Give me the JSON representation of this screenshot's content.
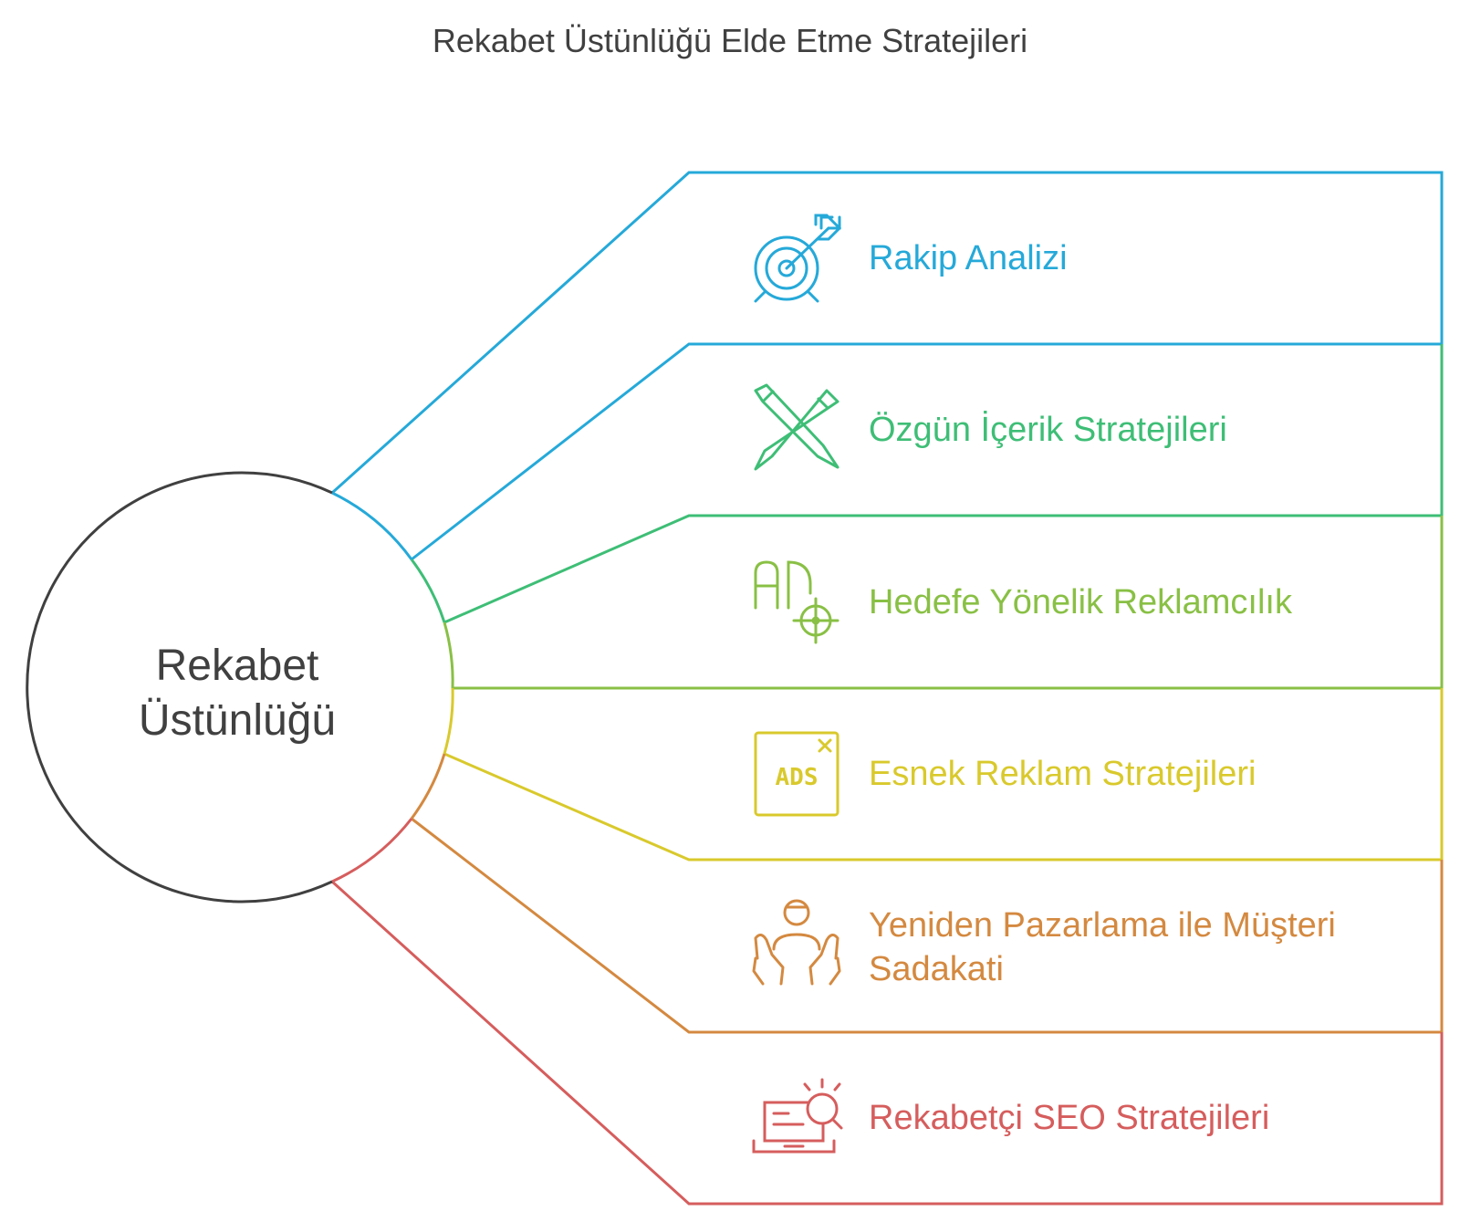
{
  "title": "Rekabet Üstünlüğü Elde Etme Stratejileri",
  "center": {
    "line1": "Rekabet",
    "line2": "Üstünlüğü"
  },
  "colors": {
    "c1": "#25A9D9",
    "c2": "#3EBE76",
    "c3": "#89C045",
    "c4": "#D9C92C",
    "c5": "#D48940",
    "c6": "#D65D5D",
    "dark": "#404040"
  },
  "items": [
    {
      "label": "Rakip Analizi",
      "icon": "target-arrow-icon",
      "color": "#25A9D9"
    },
    {
      "label": "Özgün İçerik Stratejileri",
      "icon": "pencil-brush-icon",
      "color": "#3EBE76"
    },
    {
      "label": "Hedefe Yönelik Reklamcılık",
      "icon": "ad-target-icon",
      "color": "#89C045"
    },
    {
      "label": "Esnek Reklam Stratejileri",
      "icon": "ads-box-icon",
      "color": "#D9C92C"
    },
    {
      "label": "Yeniden Pazarlama ile Müşteri",
      "label2": "Sadakati",
      "icon": "person-hands-icon",
      "color": "#D48940"
    },
    {
      "label": "Rekabetçi SEO Stratejileri",
      "icon": "laptop-search-icon",
      "color": "#D65D5D"
    }
  ]
}
